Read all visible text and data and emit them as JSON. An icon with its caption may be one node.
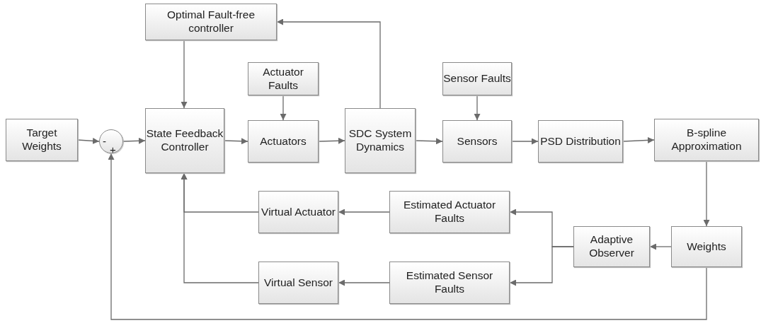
{
  "diagram": {
    "nodes": [
      {
        "text": [
          "Target Weights"
        ]
      },
      {
        "text": [
          "-",
          "+"
        ]
      },
      {
        "text": [
          "State Feedback Controller"
        ]
      },
      {
        "text": [
          "Optimal Fault-free controller"
        ]
      },
      {
        "text": [
          "Actuator Faults"
        ]
      },
      {
        "text": [
          "Actuators"
        ]
      },
      {
        "text": [
          "SDC System Dynamics"
        ]
      },
      {
        "text": [
          "Sensor Faults"
        ]
      },
      {
        "text": [
          "Sensors"
        ]
      },
      {
        "text": [
          "PSD Distribution"
        ]
      },
      {
        "text": [
          "B-spline Approximation"
        ]
      },
      {
        "text": [
          "Weights"
        ]
      },
      {
        "text": [
          "Adaptive Observer"
        ]
      },
      {
        "text": [
          "Estimated Actuator Faults"
        ]
      },
      {
        "text": [
          "Estimated Sensor Faults"
        ]
      },
      {
        "text": [
          "Virtual Actuator"
        ]
      },
      {
        "text": [
          "Virtual Sensor"
        ]
      }
    ],
    "edges": [
      {
        "from": 0,
        "to": 1,
        "arrow": "to"
      },
      {
        "from": 1,
        "to": 2,
        "arrow": "to"
      },
      {
        "from": 2,
        "to": 5,
        "arrow": "to"
      },
      {
        "from": 4,
        "to": 5,
        "arrow": "to"
      },
      {
        "from": 5,
        "to": 6,
        "arrow": "to"
      },
      {
        "from": 6,
        "to": 3,
        "arrow": "to"
      },
      {
        "from": 3,
        "to": 2,
        "arrow": "to"
      },
      {
        "from": 6,
        "to": 8,
        "arrow": "to"
      },
      {
        "from": 7,
        "to": 8,
        "arrow": "to"
      },
      {
        "from": 8,
        "to": 9,
        "arrow": "to"
      },
      {
        "from": 9,
        "to": 10,
        "arrow": "to"
      },
      {
        "from": 10,
        "to": 11,
        "arrow": "to"
      },
      {
        "from": 11,
        "to": 12,
        "arrow": "to"
      },
      {
        "from": 12,
        "to": 13,
        "arrow": "to"
      },
      {
        "from": 12,
        "to": 14,
        "arrow": "to"
      },
      {
        "from": 13,
        "to": 15,
        "arrow": "to"
      },
      {
        "from": 14,
        "to": 16,
        "arrow": "to"
      },
      {
        "from": 15,
        "to": 2,
        "arrow": "to"
      },
      {
        "from": 16,
        "to": 2,
        "arrow": "to"
      },
      {
        "from": 11,
        "to": 1,
        "arrow": "to"
      }
    ]
  }
}
